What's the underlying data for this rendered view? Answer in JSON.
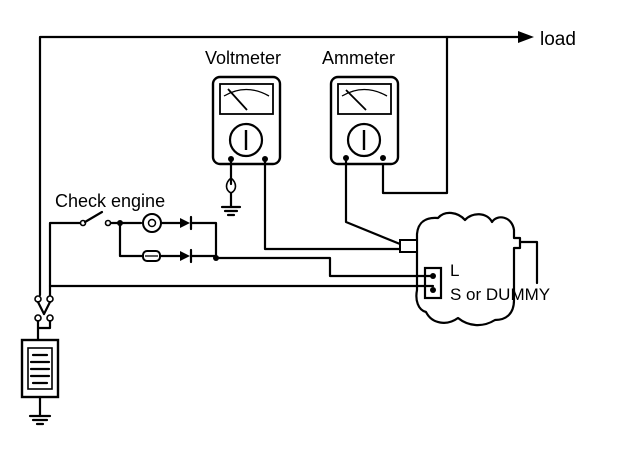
{
  "labels": {
    "load": "load",
    "voltmeter": "Voltmeter",
    "ammeter": "Ammeter",
    "check_engine": "Check engine",
    "terminal_l": "L",
    "terminal_s": "S or DUMMY"
  },
  "colors": {
    "line": "#000000",
    "background": "#ffffff"
  },
  "icons": [
    "voltmeter-icon",
    "ammeter-icon",
    "battery-icon",
    "ground-icon",
    "lamp-icon",
    "diode-icon",
    "fuse-icon",
    "switch-icon",
    "alternator-icon",
    "arrow-icon"
  ]
}
